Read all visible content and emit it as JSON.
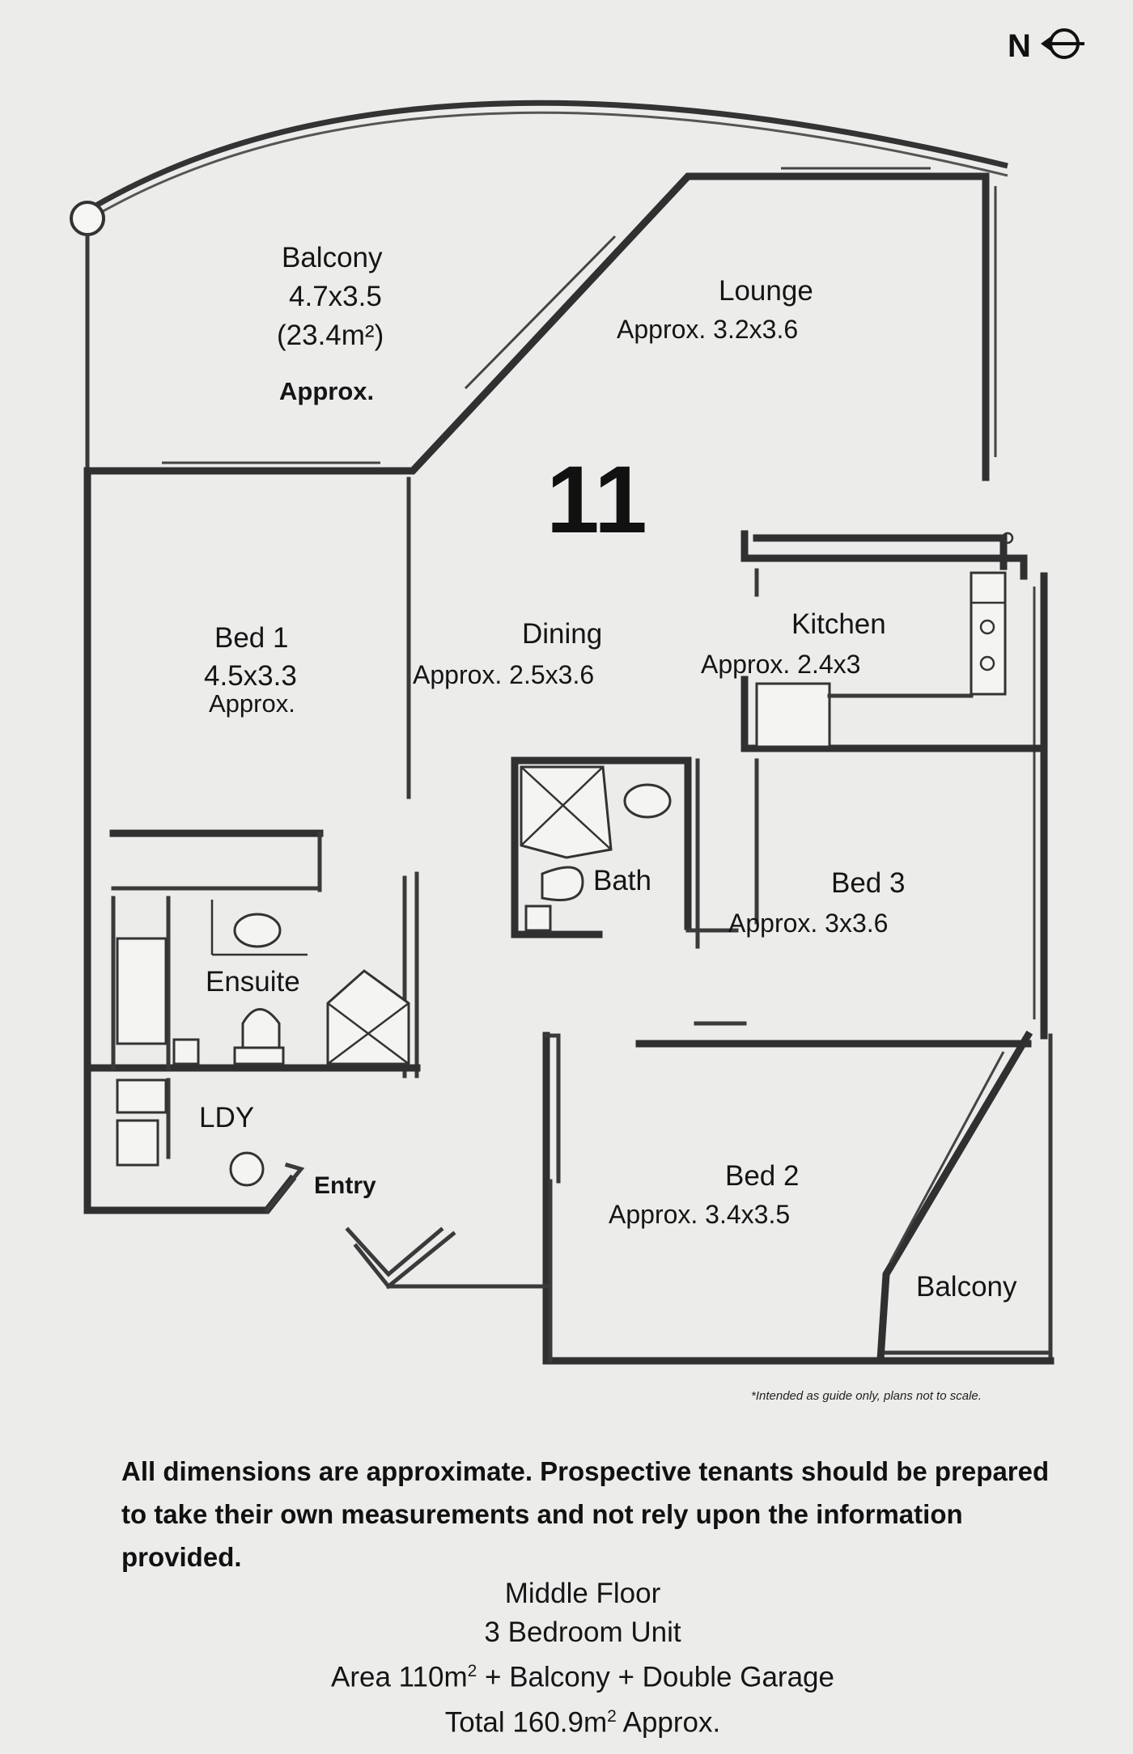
{
  "compass": {
    "label": "N"
  },
  "unit_number": "11",
  "rooms": {
    "balcony_main": {
      "name": "Balcony",
      "dims": "4.7x3.5",
      "area": "(23.4m²)",
      "approx": "Approx."
    },
    "lounge": {
      "name": "Lounge",
      "dims": "Approx. 3.2x3.6"
    },
    "bed1": {
      "name": "Bed 1",
      "dims": "4.5x3.3",
      "approx": "Approx."
    },
    "dining": {
      "name": "Dining",
      "dims": "Approx. 2.5x3.6"
    },
    "kitchen": {
      "name": "Kitchen",
      "dims": "Approx. 2.4x3"
    },
    "bath": {
      "name": "Bath"
    },
    "bed3": {
      "name": "Bed 3",
      "dims": "Approx. 3x3.6"
    },
    "ensuite": {
      "name": "Ensuite"
    },
    "laundry": {
      "name": "LDY"
    },
    "entry": {
      "name": "Entry"
    },
    "bed2": {
      "name": "Bed 2",
      "dims": "Approx. 3.4x3.5"
    },
    "balcony_small": {
      "name": "Balcony"
    }
  },
  "scale_note": "*Intended as guide only, plans not to scale.",
  "disclaimer": {
    "line1": "All dimensions are approximate. Prospective tenants should be prepared",
    "line2": "to take their own measurements and not rely upon the information",
    "line3": "provided."
  },
  "summary": {
    "floor": "Middle Floor",
    "unit_type": "3 Bedroom Unit",
    "area_prefix": "Area 110m",
    "area_suffix": " + Balcony + Double Garage",
    "total_prefix": "Total 160.9m",
    "total_suffix": " Approx.",
    "superscript": "2"
  }
}
